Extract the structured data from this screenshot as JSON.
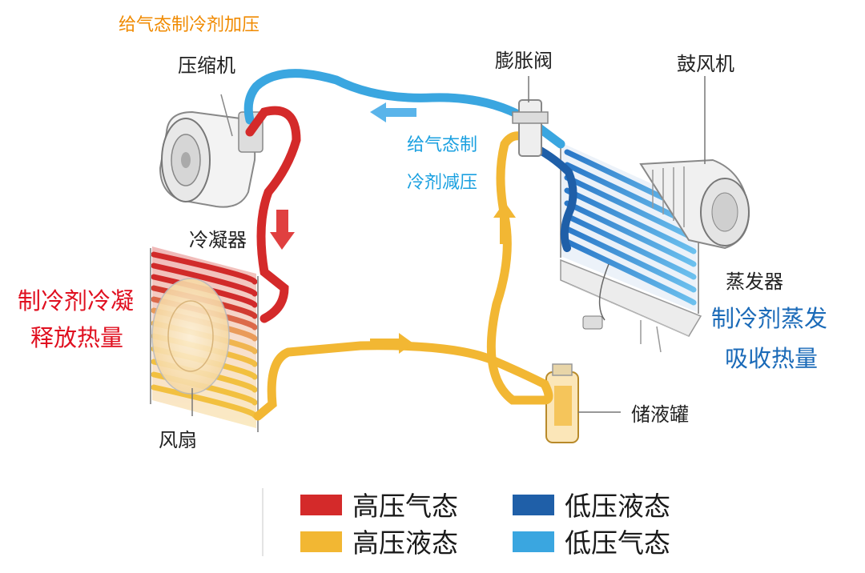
{
  "labels": {
    "compressor": "压缩机",
    "expansion_valve": "膨胀阀",
    "blower": "鼓风机",
    "condenser": "冷凝器",
    "evaporator": "蒸发器",
    "receiver": "储液罐",
    "fan": "风扇"
  },
  "notes": {
    "compress": "给气态制冷剂加压",
    "decompress_line1": "给气态制",
    "decompress_line2": "冷剂减压",
    "condense_line1": "制冷剂冷凝",
    "condense_line2": "释放热量",
    "evaporate_line1": "制冷剂蒸发",
    "evaporate_line2": "吸收热量"
  },
  "legend": [
    {
      "label": "高压气态",
      "color": "#d42a2a"
    },
    {
      "label": "高压液态",
      "color": "#f2b733"
    },
    {
      "label": "低压液态",
      "color": "#1f5fa8"
    },
    {
      "label": "低压气态",
      "color": "#3aa6e0"
    }
  ],
  "colors": {
    "high_pressure_gas": "#d42a2a",
    "high_pressure_liquid": "#f2b733",
    "low_pressure_liquid": "#1f5fa8",
    "low_pressure_gas": "#3aa6e0"
  }
}
